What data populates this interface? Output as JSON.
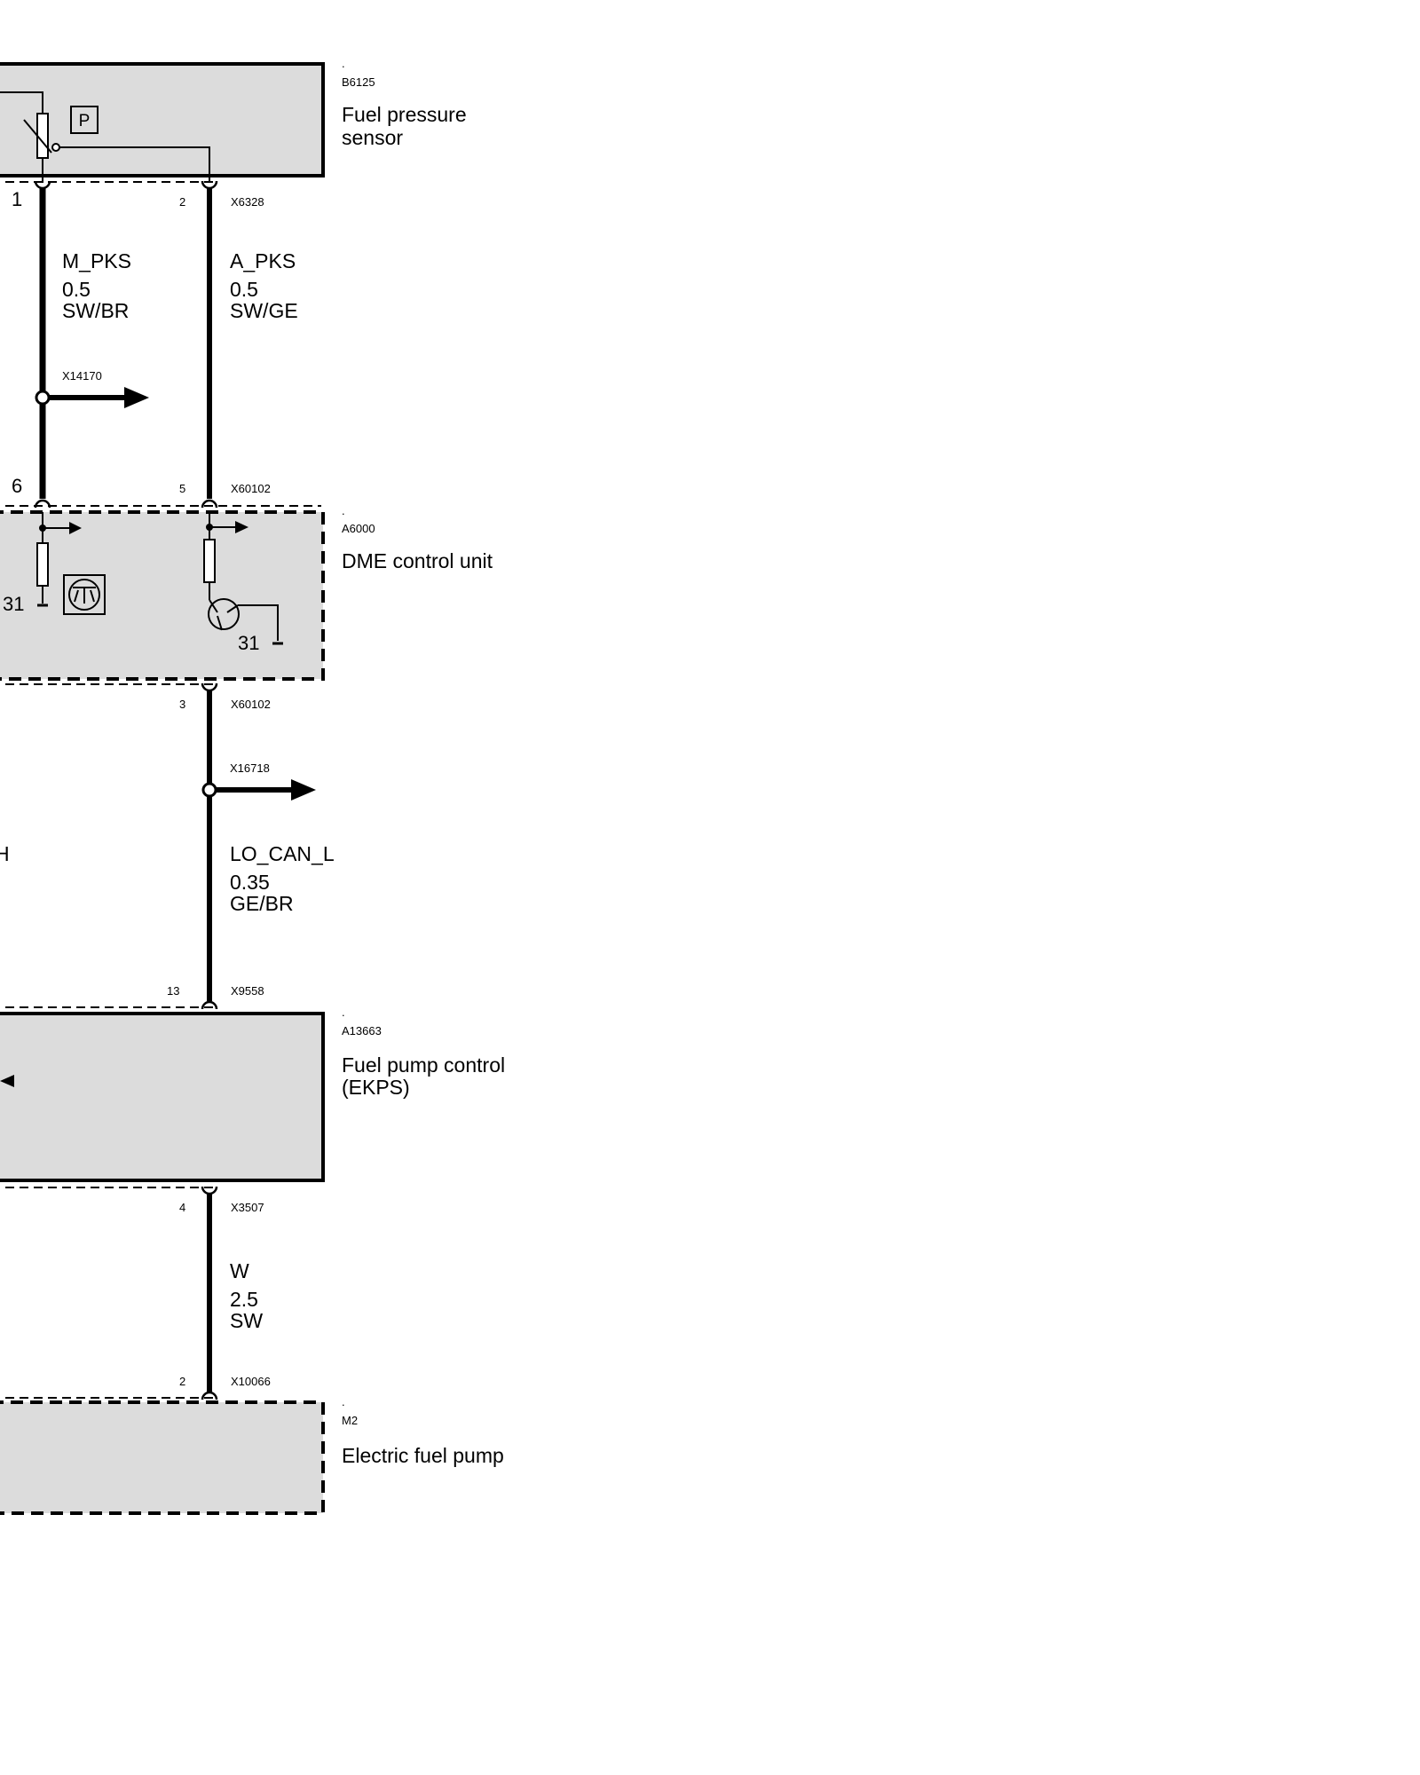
{
  "colors": {
    "box_fill": "#dcdcdc",
    "line": "#000000",
    "background": "#ffffff"
  },
  "components": {
    "fuel_pressure_sensor": {
      "dot": ".",
      "id": "B6125",
      "name_line1": "Fuel pressure",
      "name_line2": "sensor",
      "symbol": "P"
    },
    "dme_control_unit": {
      "dot": ".",
      "id": "A6000",
      "name_line1": "DME control unit",
      "ground_left": "31",
      "ground_right": "31"
    },
    "fuel_pump_control": {
      "dot": ".",
      "id": "A13663",
      "name_line1": "Fuel pump control",
      "name_line2": "(EKPS)"
    },
    "electric_fuel_pump": {
      "dot": ".",
      "id": "M2",
      "name_line1": "Electric fuel pump"
    }
  },
  "connectors": {
    "x6328": {
      "id": "X6328",
      "pin_left": "1",
      "pin_right": "2"
    },
    "x60102_top": {
      "id": "X60102",
      "pin_left": "6",
      "pin_right": "5"
    },
    "x60102_bottom": {
      "id": "X60102",
      "pin": "3"
    },
    "x9558": {
      "id": "X9558",
      "pin": "13"
    },
    "x3507": {
      "id": "X3507",
      "pin": "4"
    },
    "x10066": {
      "id": "X10066",
      "pin": "2"
    }
  },
  "splices": {
    "x14170": {
      "id": "X14170"
    },
    "x16718": {
      "id": "X16718"
    }
  },
  "wires": {
    "m_pks": {
      "name": "M_PKS",
      "gauge": "0.5",
      "color": "SW/BR"
    },
    "a_pks": {
      "name": "A_PKS",
      "gauge": "0.5",
      "color": "SW/GE"
    },
    "lo_can_l": {
      "name": "LO_CAN_L",
      "gauge": "0.35",
      "color": "GE/BR"
    },
    "lo_can_h_partial": {
      "name": "H"
    },
    "w": {
      "name": "W",
      "gauge": "2.5",
      "color": "SW"
    }
  }
}
